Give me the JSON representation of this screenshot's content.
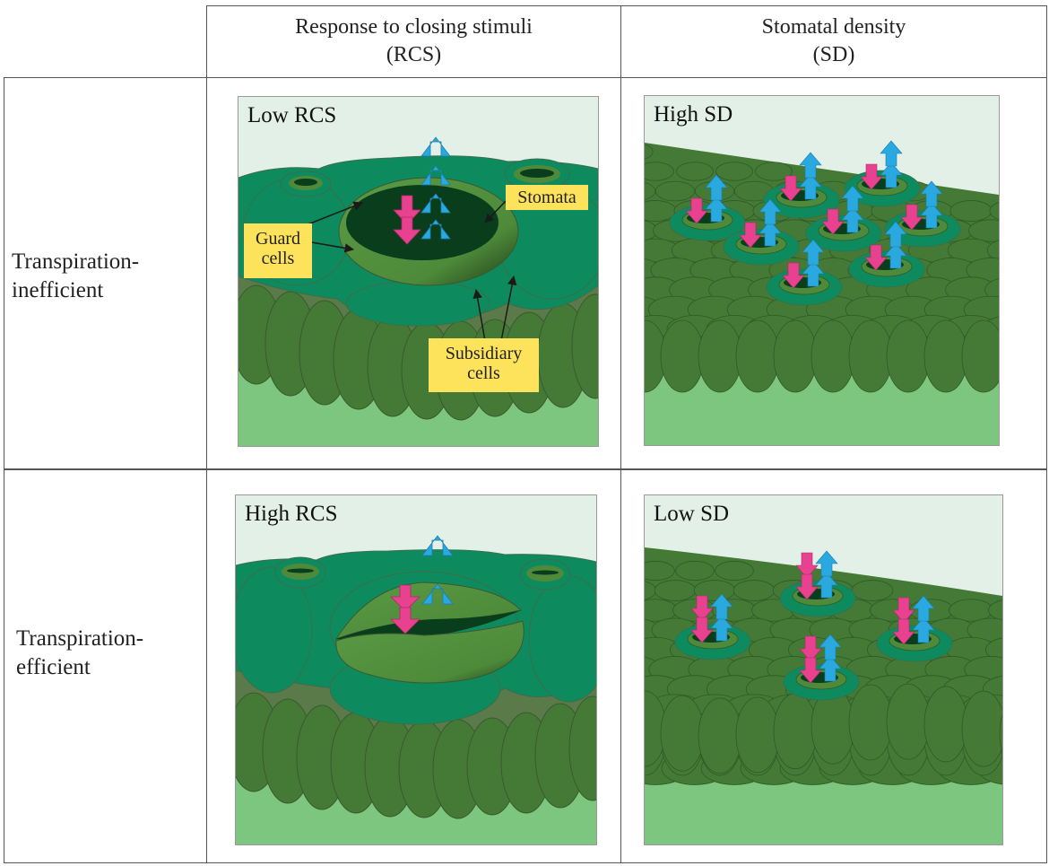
{
  "table": {
    "column_headers": [
      {
        "line1": "Response to closing stimuli",
        "line2": "(RCS)"
      },
      {
        "line1": "Stomatal density",
        "line2": "(SD)"
      }
    ],
    "row_headers": [
      {
        "line1": "Transpiration-",
        "line2": "inefficient"
      },
      {
        "line1": "Transpiration-",
        "line2": "efficient"
      }
    ]
  },
  "panels": {
    "low_rcs": {
      "title": "Low RCS",
      "labels": {
        "stomata": "Stomata",
        "guard_cells_line1": "Guard",
        "guard_cells_line2": "cells",
        "subsidiary_cells_line1": "Subsidiary",
        "subsidiary_cells_line2": "cells"
      },
      "arrows": {
        "water_out_up": 4,
        "co2_in_down": 2
      }
    },
    "high_sd": {
      "title": "High SD",
      "stomata_count": 8,
      "arrows_per_stoma": {
        "water_out_up": 2,
        "co2_in_down": 1
      }
    },
    "high_rcs": {
      "title": "High RCS",
      "arrows": {
        "water_out_up": 2,
        "co2_in_down": 2
      }
    },
    "low_sd": {
      "title": "Low SD",
      "stomata_count": 4,
      "arrows_per_stoma": {
        "water_out_up": 2,
        "co2_in_down": 2
      }
    }
  },
  "colors": {
    "sky": "#e3f0e8",
    "subsidiary_cell": "#0e8a5f",
    "guard_cell": "#4e8a3a",
    "pore": "#0a3d1c",
    "epidermis": "#447a35",
    "mesophyll": "#7dc67f",
    "water_arrow": "#2aa8e0",
    "co2_arrow": "#e8418f",
    "label_box": "#fde25c"
  }
}
